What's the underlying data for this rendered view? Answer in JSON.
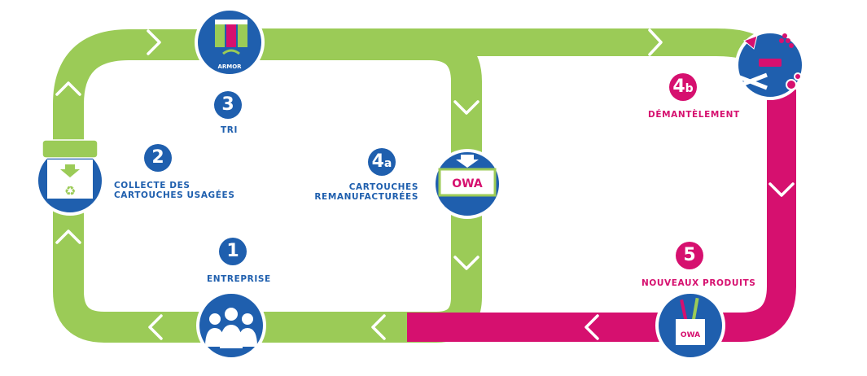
{
  "colors": {
    "green": "#9bcb57",
    "pink": "#d6106f",
    "blue": "#1f5fae",
    "white": "#ffffff"
  },
  "steps": {
    "s1": {
      "number": "1",
      "label": "ENTREPRISE"
    },
    "s2": {
      "number": "2",
      "line1": "COLLECTE DES",
      "line2": "CARTOUCHES USAGÉES"
    },
    "s3": {
      "number": "3",
      "label": "TRI"
    },
    "s4a": {
      "number": "4",
      "suffix": "a",
      "line1": "CARTOUCHES",
      "line2": "REMANUFACTURÉES"
    },
    "s4b": {
      "number": "4",
      "suffix": "b",
      "label": "DÉMANTÈLEMENT"
    },
    "s5": {
      "number": "5",
      "label": "NOUVEAUX PRODUITS"
    }
  },
  "logos": {
    "armor": "ARMOR",
    "owa": "OWA"
  },
  "icons": [
    "people-icon",
    "recycle-box-icon",
    "armor-factory-icon",
    "owa-box-icon",
    "dismantling-icon",
    "shopping-bag-icon"
  ]
}
